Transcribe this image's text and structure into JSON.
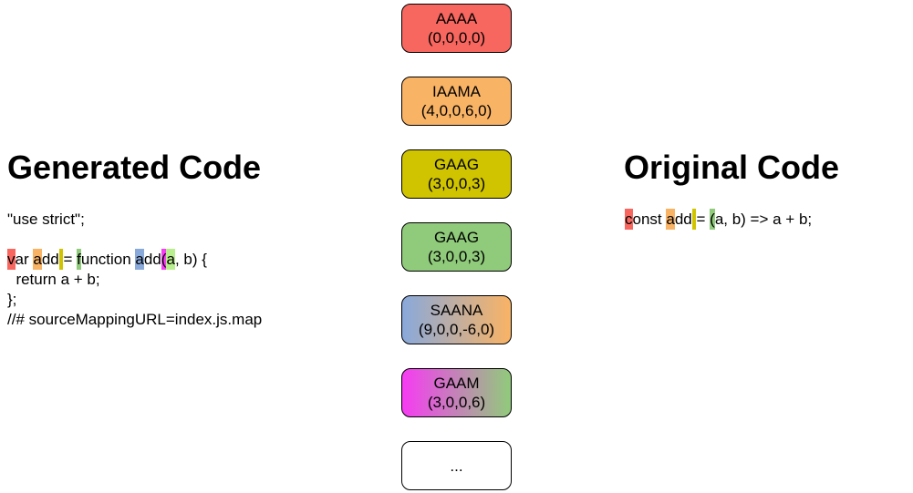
{
  "palette": {
    "red": "#F8675F",
    "orange": "#F9B365",
    "yellow": "#D0C400",
    "green": "#90CB7B",
    "blue": "#89A9DB",
    "magenta": "#F73BF3",
    "lightgreen": "#B9EE8E",
    "white": "#FFFFFF",
    "box_border": "#000000"
  },
  "generated": {
    "title": "Generated Code",
    "lines": [
      [
        {
          "t": "\"use strict\";"
        }
      ],
      [],
      [
        {
          "t": "v",
          "hl": "red"
        },
        {
          "t": "ar "
        },
        {
          "t": "a",
          "hl": "orange"
        },
        {
          "t": "dd"
        },
        {
          "t": " ",
          "hl": "yellow"
        },
        {
          "t": "= "
        },
        {
          "t": "f",
          "hl": "green"
        },
        {
          "t": "unction "
        },
        {
          "t": "a",
          "hl": "blue"
        },
        {
          "t": "dd"
        },
        {
          "t": "(",
          "hl": "magenta"
        },
        {
          "t": "a",
          "hl": "lightgreen"
        },
        {
          "t": ", b) {"
        }
      ],
      [
        {
          "t": "  return a + b;"
        }
      ],
      [
        {
          "t": "};"
        }
      ],
      [
        {
          "t": "//# sourceMappingURL=index.js.map"
        }
      ]
    ]
  },
  "original": {
    "title": "Original Code",
    "lines": [
      [
        {
          "t": "c",
          "hl": "red"
        },
        {
          "t": "onst "
        },
        {
          "t": "a",
          "hl": "orange"
        },
        {
          "t": "dd"
        },
        {
          "t": " ",
          "hl": "yellow"
        },
        {
          "t": "= "
        },
        {
          "t": "(",
          "hl": "green"
        },
        {
          "t": "a, b) => a + b;"
        }
      ]
    ]
  },
  "mappings": [
    {
      "mnemonic": "AAAA",
      "values": "(0,0,0,0)",
      "from": "red",
      "to": "red"
    },
    {
      "mnemonic": "IAAMA",
      "values": "(4,0,0,6,0)",
      "from": "orange",
      "to": "orange"
    },
    {
      "mnemonic": "GAAG",
      "values": "(3,0,0,3)",
      "from": "yellow",
      "to": "yellow"
    },
    {
      "mnemonic": "GAAG",
      "values": "(3,0,0,3)",
      "from": "green",
      "to": "green"
    },
    {
      "mnemonic": "SAANA",
      "values": "(9,0,0,-6,0)",
      "from": "blue",
      "to": "orange"
    },
    {
      "mnemonic": "GAAM",
      "values": "(3,0,0,6)",
      "from": "magenta",
      "to": "green"
    },
    {
      "mnemonic": "...",
      "values": "",
      "from": "white",
      "to": "white"
    }
  ]
}
